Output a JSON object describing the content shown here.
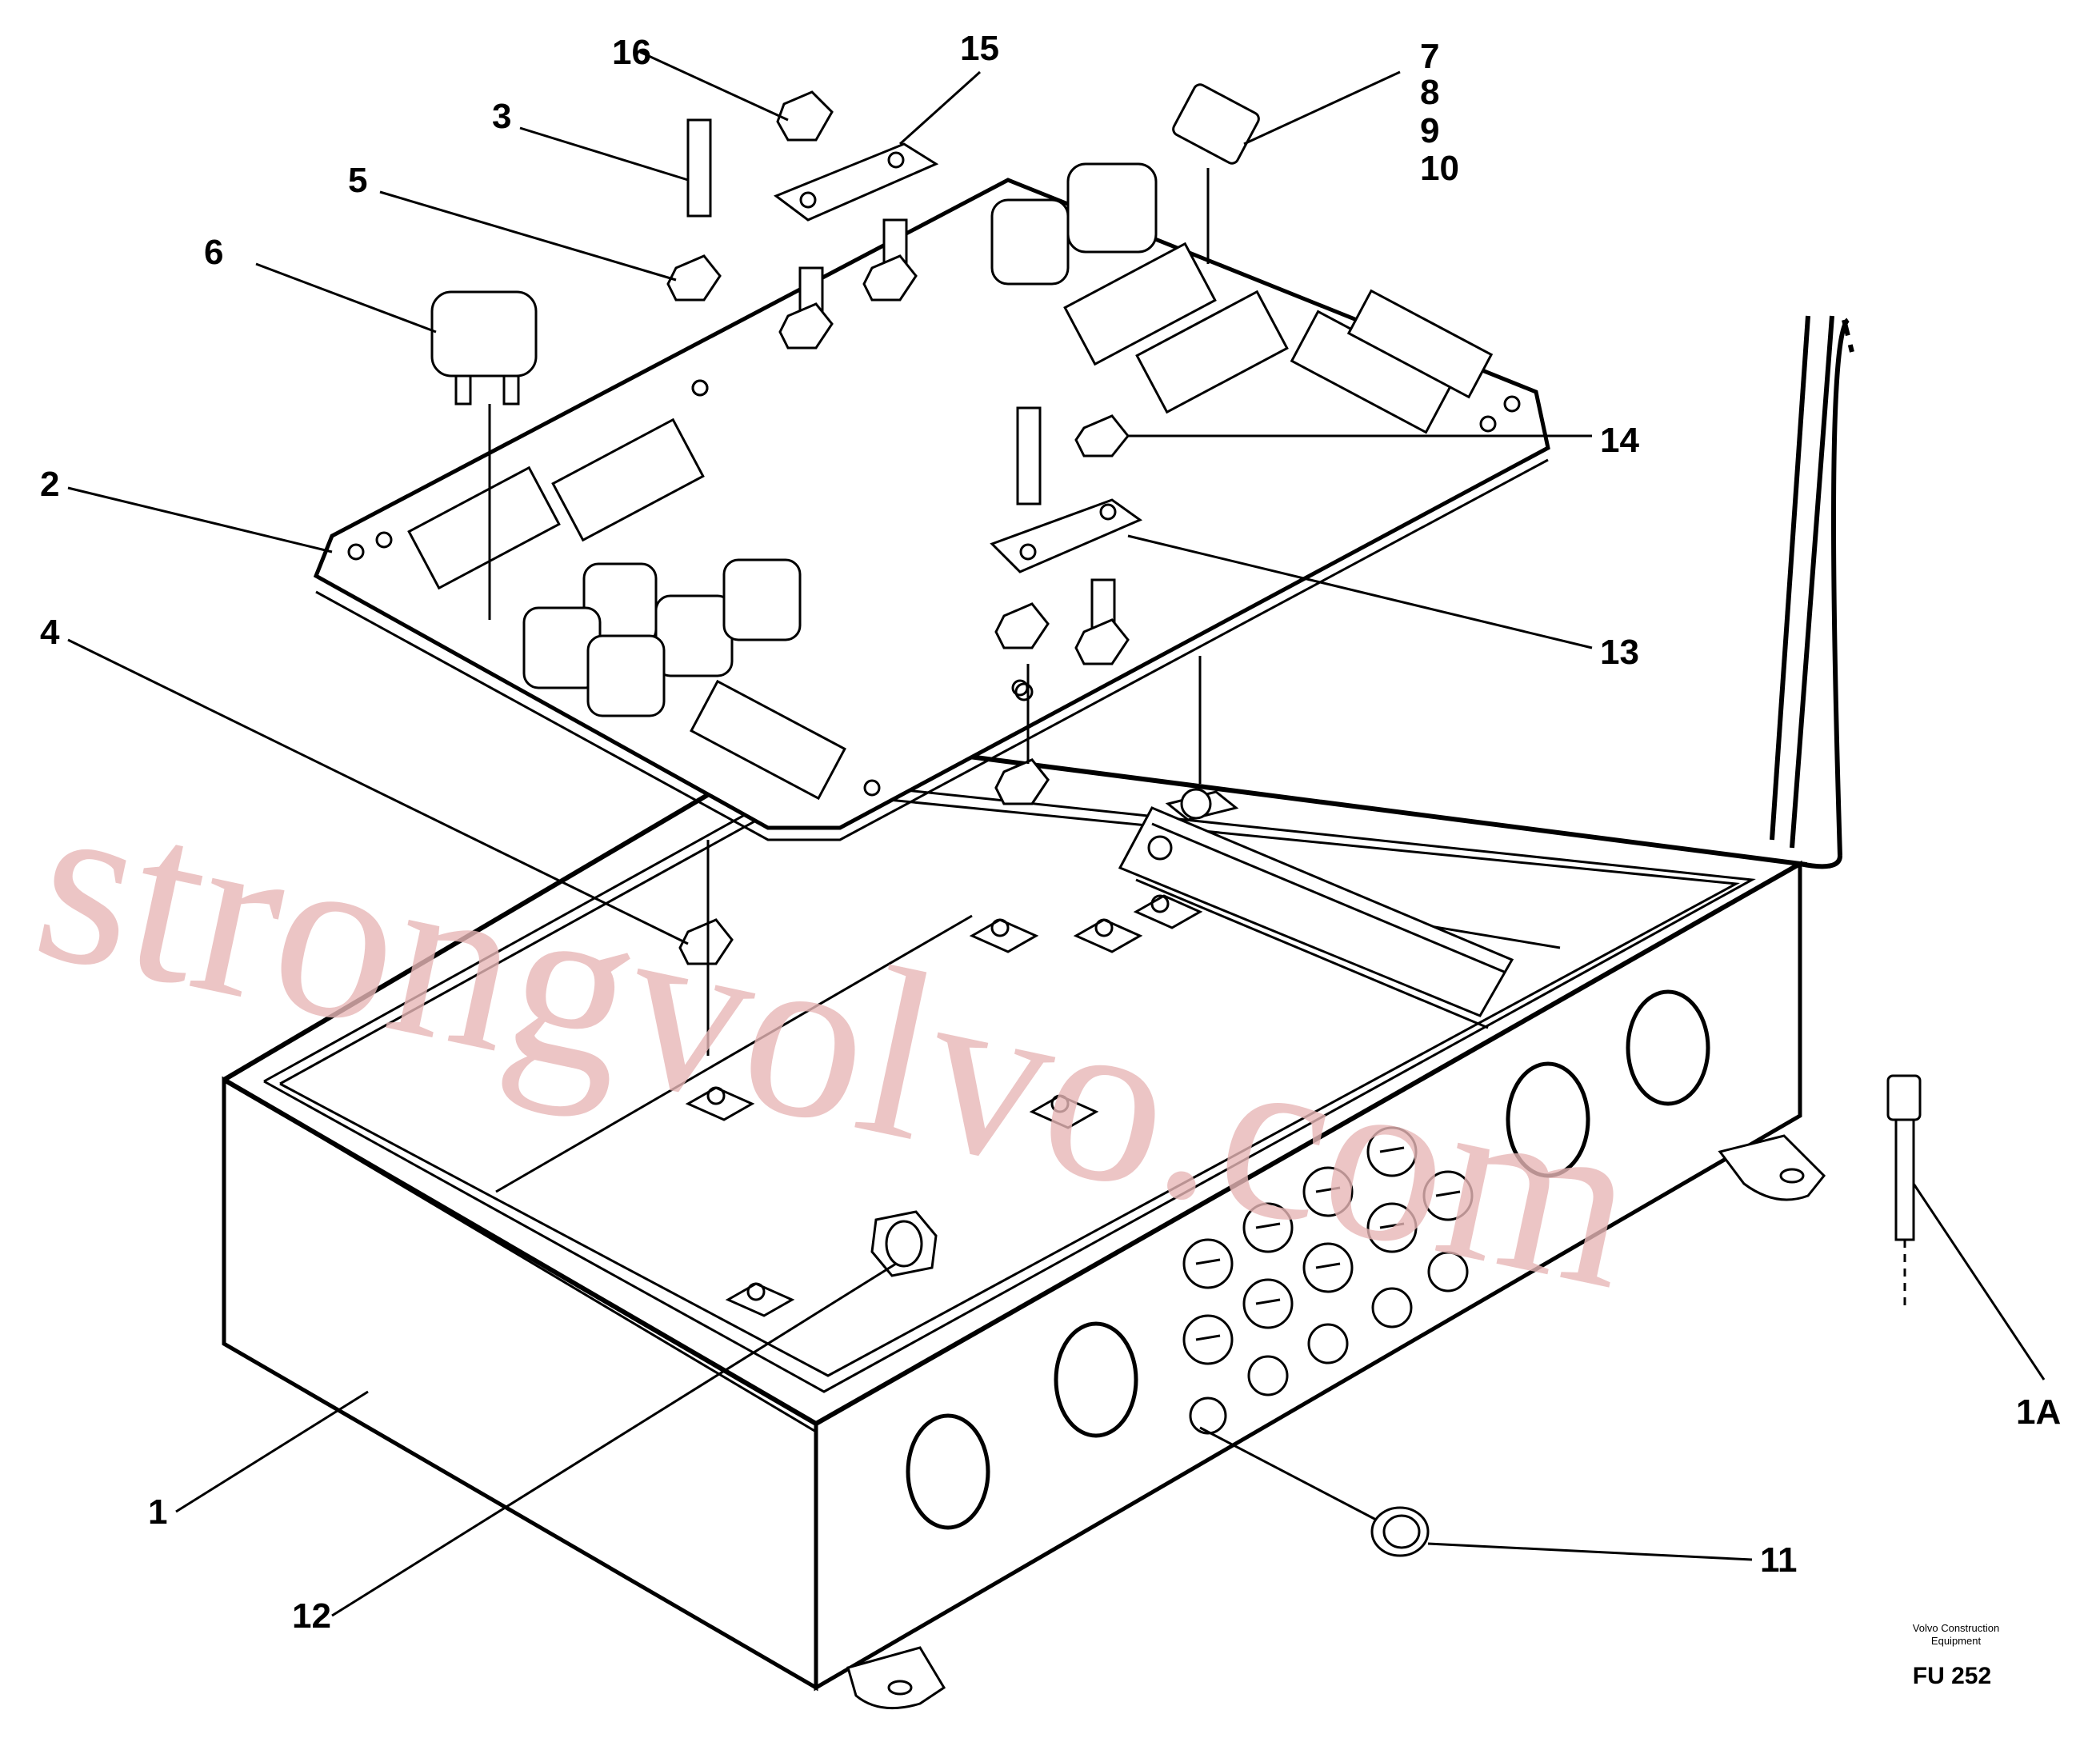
{
  "callouts": [
    "1",
    "1A",
    "2",
    "3",
    "4",
    "5",
    "6",
    "7",
    "8",
    "9",
    "10",
    "11",
    "12",
    "13",
    "14",
    "15",
    "16"
  ],
  "watermark": "strongvolvo.com",
  "caption": {
    "company_line1": "Volvo Construction",
    "company_line2": "Equipment",
    "code": "FU 252"
  }
}
